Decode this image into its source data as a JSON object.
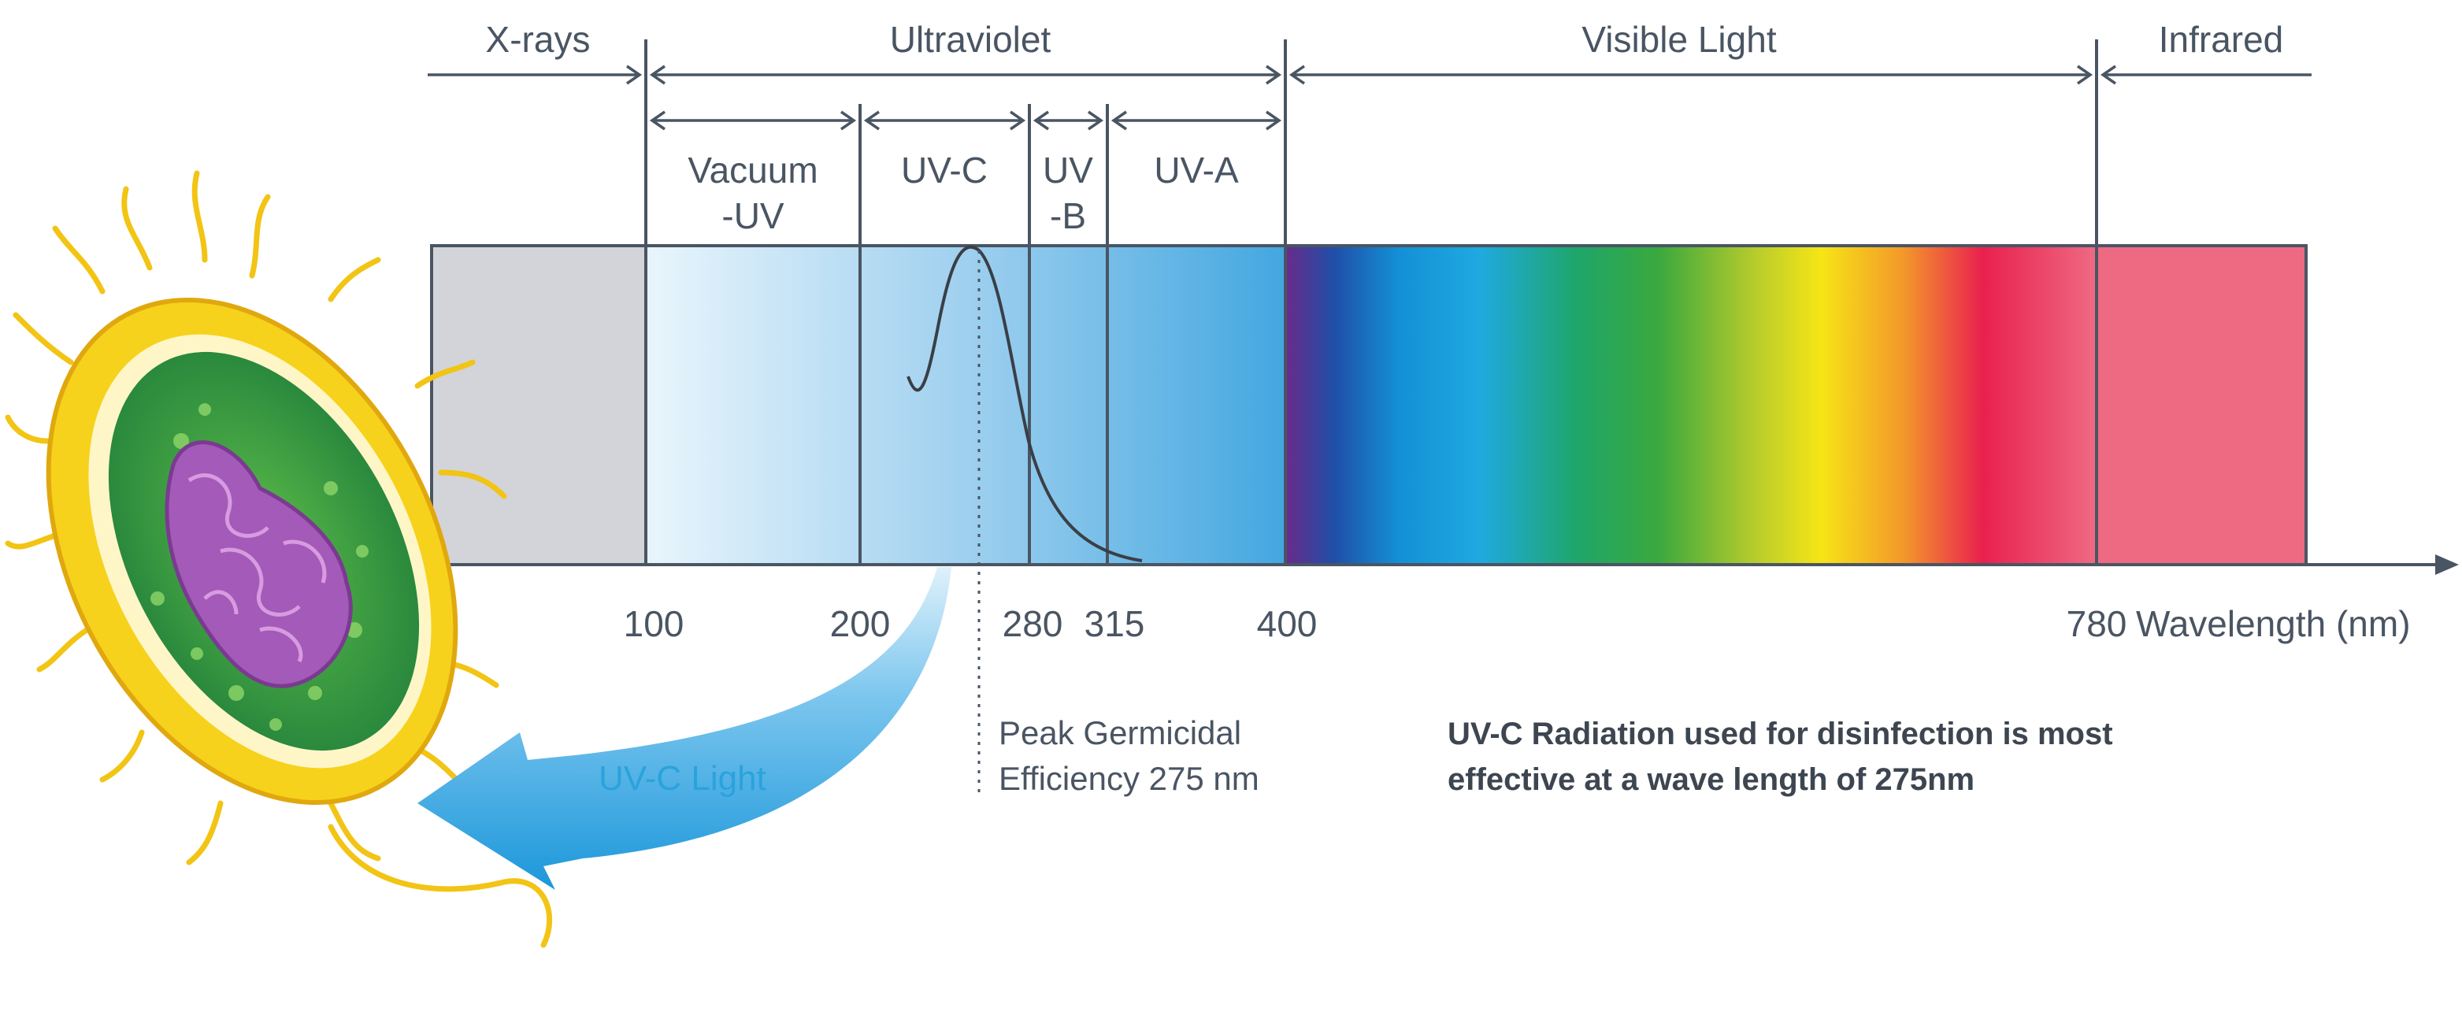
{
  "regions": {
    "xrays": "X-rays",
    "ultraviolet": "Ultraviolet",
    "visible": "Visible Light",
    "infrared": "Infrared"
  },
  "uv_bands": {
    "vacuum_line1": "Vacuum",
    "vacuum_line2": "-UV",
    "uvc": "UV-C",
    "uvb_line1": "UV",
    "uvb_line2": "-B",
    "uva": "UV-A"
  },
  "ticks": [
    "100",
    "200",
    "280",
    "315",
    "400",
    "780"
  ],
  "axis_label": "Wavelength (nm)",
  "peak": {
    "line1": "Peak Germicidal",
    "line2": "Efficiency 275 nm"
  },
  "uvc_light_label": "UV-C Light",
  "statement": {
    "line1": "UV-C Radiation used for disinfection is most",
    "line2": "effective at a wave length of 275nm"
  },
  "colors": {
    "xray_band": "#d3d4d9",
    "uv_light": "#e8f4fb",
    "uv_dark": "#45a8e0",
    "infrared": "#ee6a82",
    "text": "#4a5563",
    "uvc_light": "#2aa3dc"
  },
  "icons": {
    "bacterium": "bacterium-illustration",
    "arrow": "uvc-curved-arrow"
  }
}
